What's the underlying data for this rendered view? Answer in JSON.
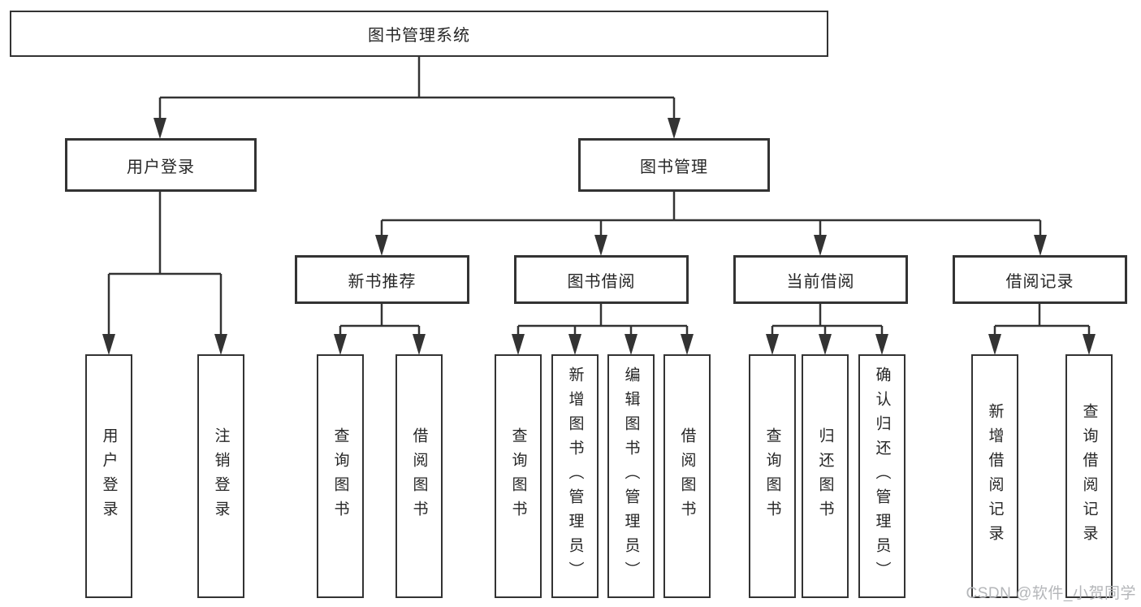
{
  "tree": {
    "root": {
      "label": "图书管理系统"
    },
    "user_login": {
      "label": "用户登录",
      "children": [
        {
          "label": "用户登录"
        },
        {
          "label": "注销登录"
        }
      ]
    },
    "book_management": {
      "label": "图书管理",
      "sections": [
        {
          "label": "新书推荐",
          "children": [
            {
              "label": "查询图书"
            },
            {
              "label": "借阅图书"
            }
          ]
        },
        {
          "label": "图书借阅",
          "children": [
            {
              "label": "查询图书"
            },
            {
              "label": "新增图书（管理员）"
            },
            {
              "label": "编辑图书（管理员）"
            },
            {
              "label": "借阅图书"
            }
          ]
        },
        {
          "label": "当前借阅",
          "children": [
            {
              "label": "查询图书"
            },
            {
              "label": "归还图书"
            },
            {
              "label": "确认归还（管理员）"
            }
          ]
        },
        {
          "label": "借阅记录",
          "children": [
            {
              "label": "新增借阅记录"
            },
            {
              "label": "查询借阅记录"
            }
          ]
        }
      ]
    }
  },
  "watermark": {
    "text": "CSDN @软件_小贺同学"
  },
  "colors": {
    "line": "#333333",
    "box_border": "#333333",
    "box_background": "#ffffff",
    "text": "#262626",
    "watermark": "#b4b6b9",
    "page_background": "#ffffff"
  }
}
